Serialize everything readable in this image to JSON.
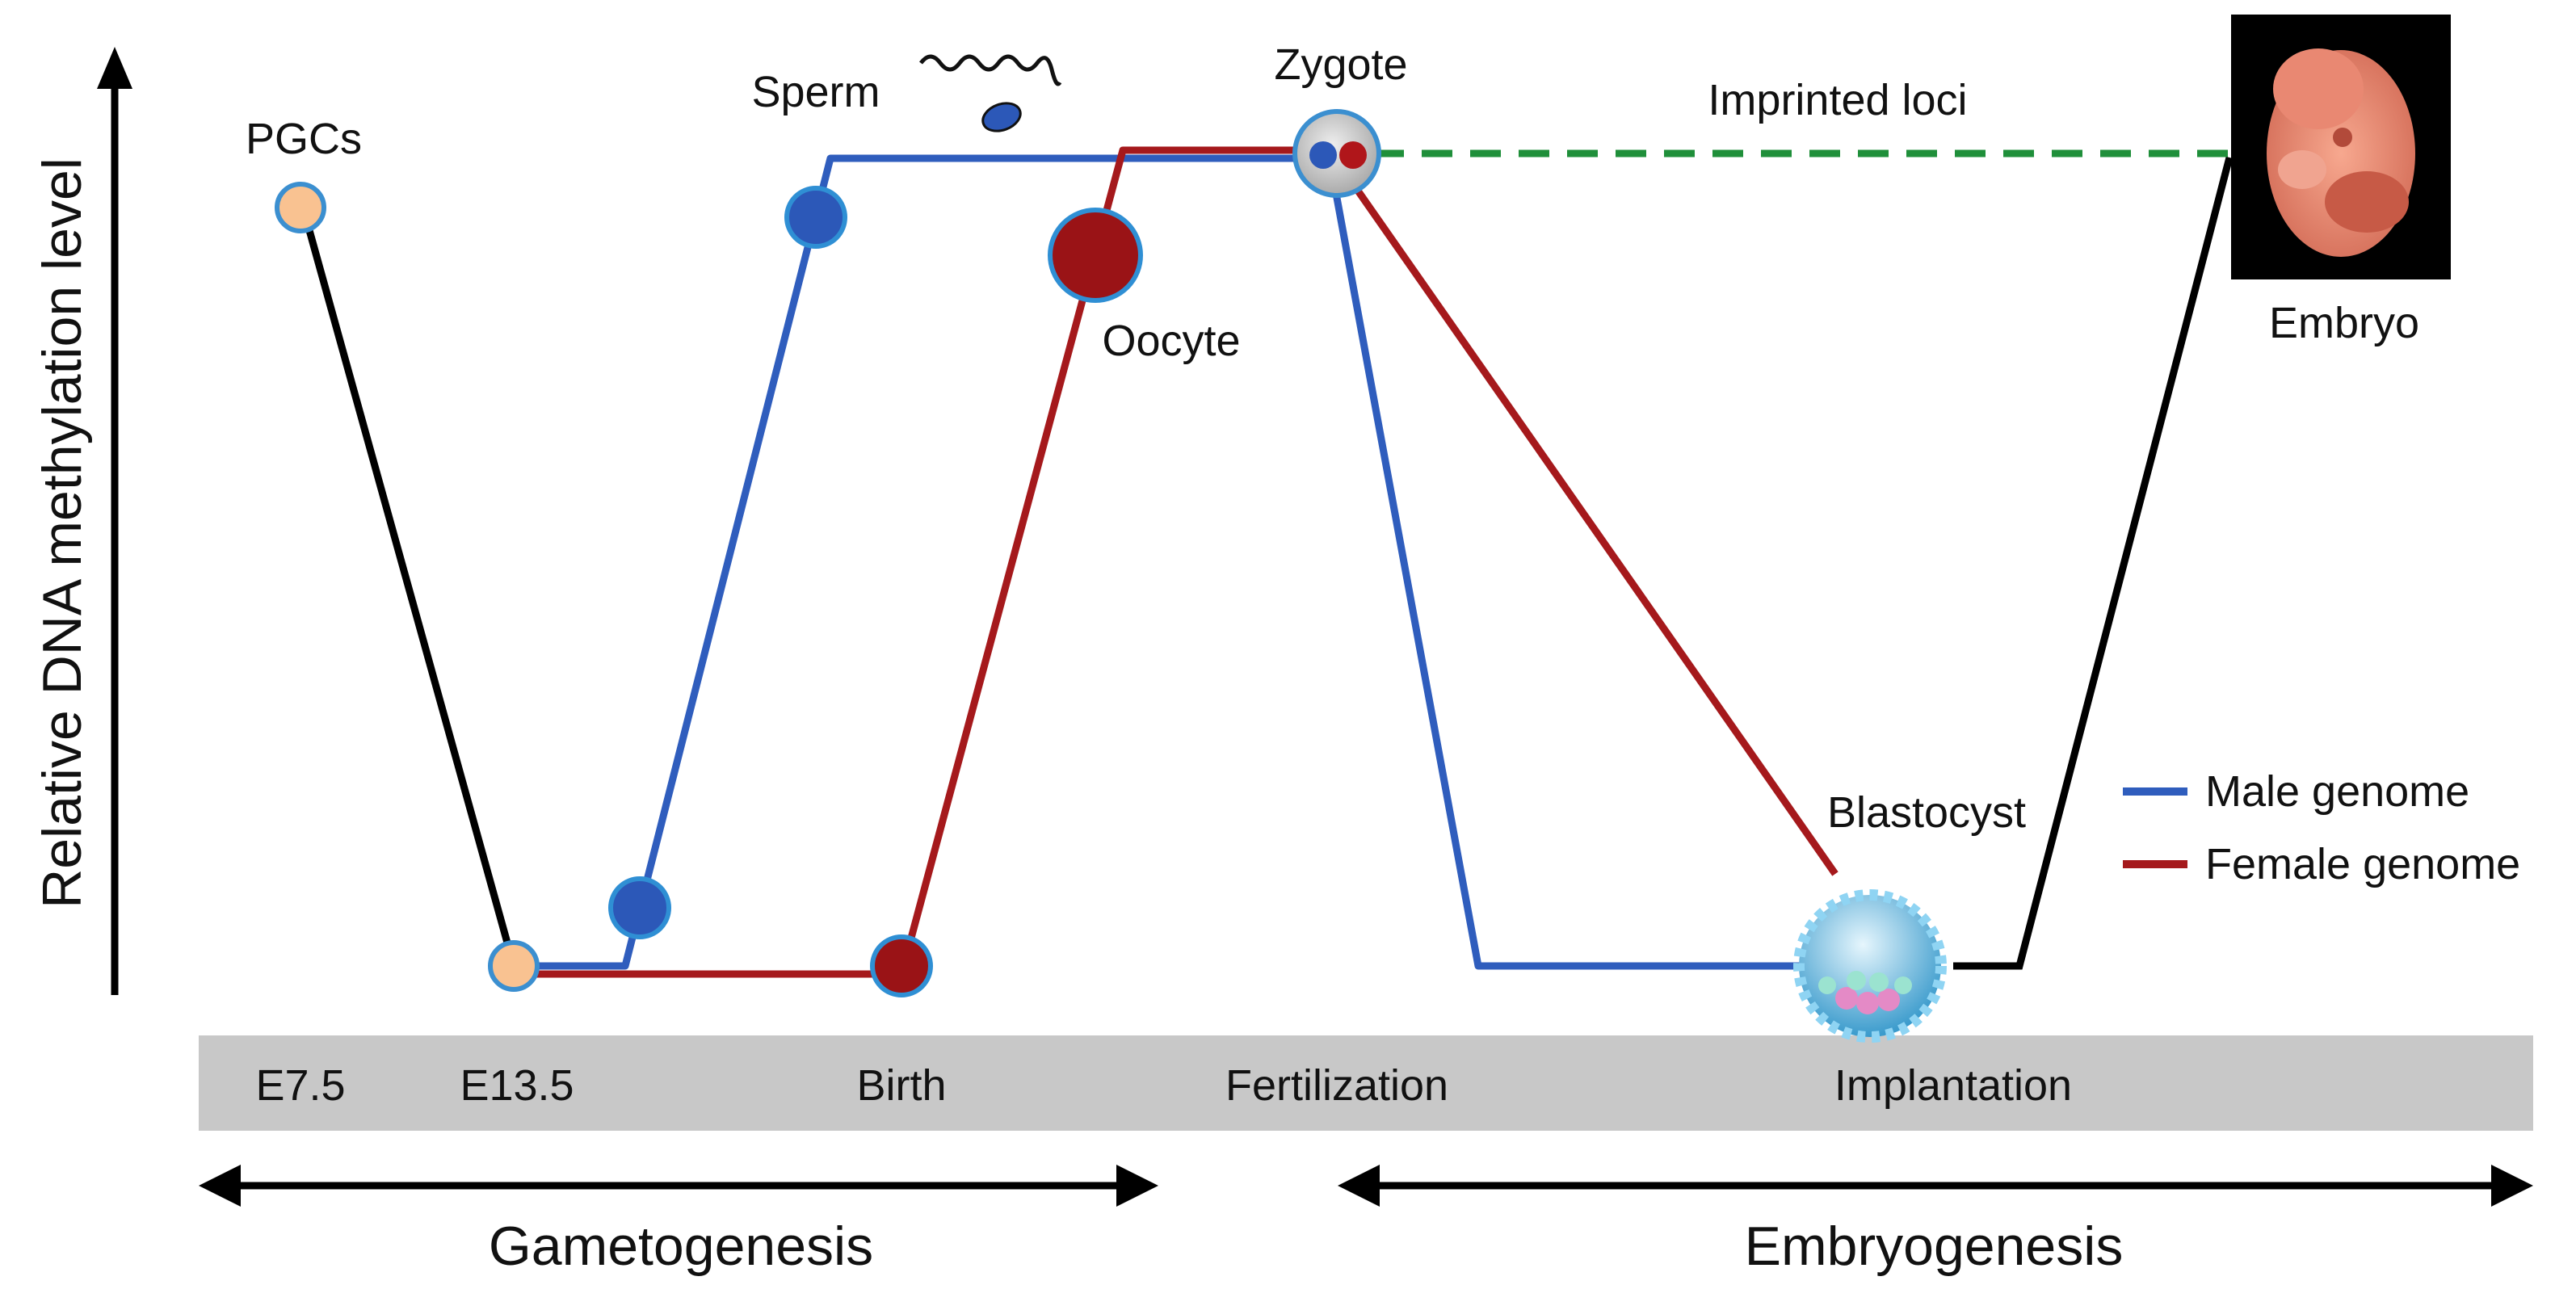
{
  "y_axis_label": "Relative DNA methylation level",
  "stages": [
    "PGCs",
    "Sperm",
    "Oocyte",
    "Zygote",
    "Imprinted loci",
    "Blastocyst",
    "Embryo"
  ],
  "timeline": [
    "E7.5",
    "E13.5",
    "Birth",
    "Fertilization",
    "Implantation"
  ],
  "phases": [
    "Gametogenesis",
    "Embryogenesis"
  ],
  "legend": [
    {
      "label": "Male genome",
      "color": "#2f5dbd"
    },
    {
      "label": "Female genome",
      "color": "#a5191c"
    }
  ],
  "colors": {
    "male": "#2f5dbd",
    "female": "#a5191c",
    "shared": "#000000",
    "imprinted": "#1f8f3a",
    "pgc_fill": "#f9c291",
    "timeline_band": "#c8c8c8"
  },
  "images": {
    "embryo": "embryo-photo-icon",
    "sperm": "sperm-icon",
    "blastocyst": "blastocyst-icon"
  }
}
